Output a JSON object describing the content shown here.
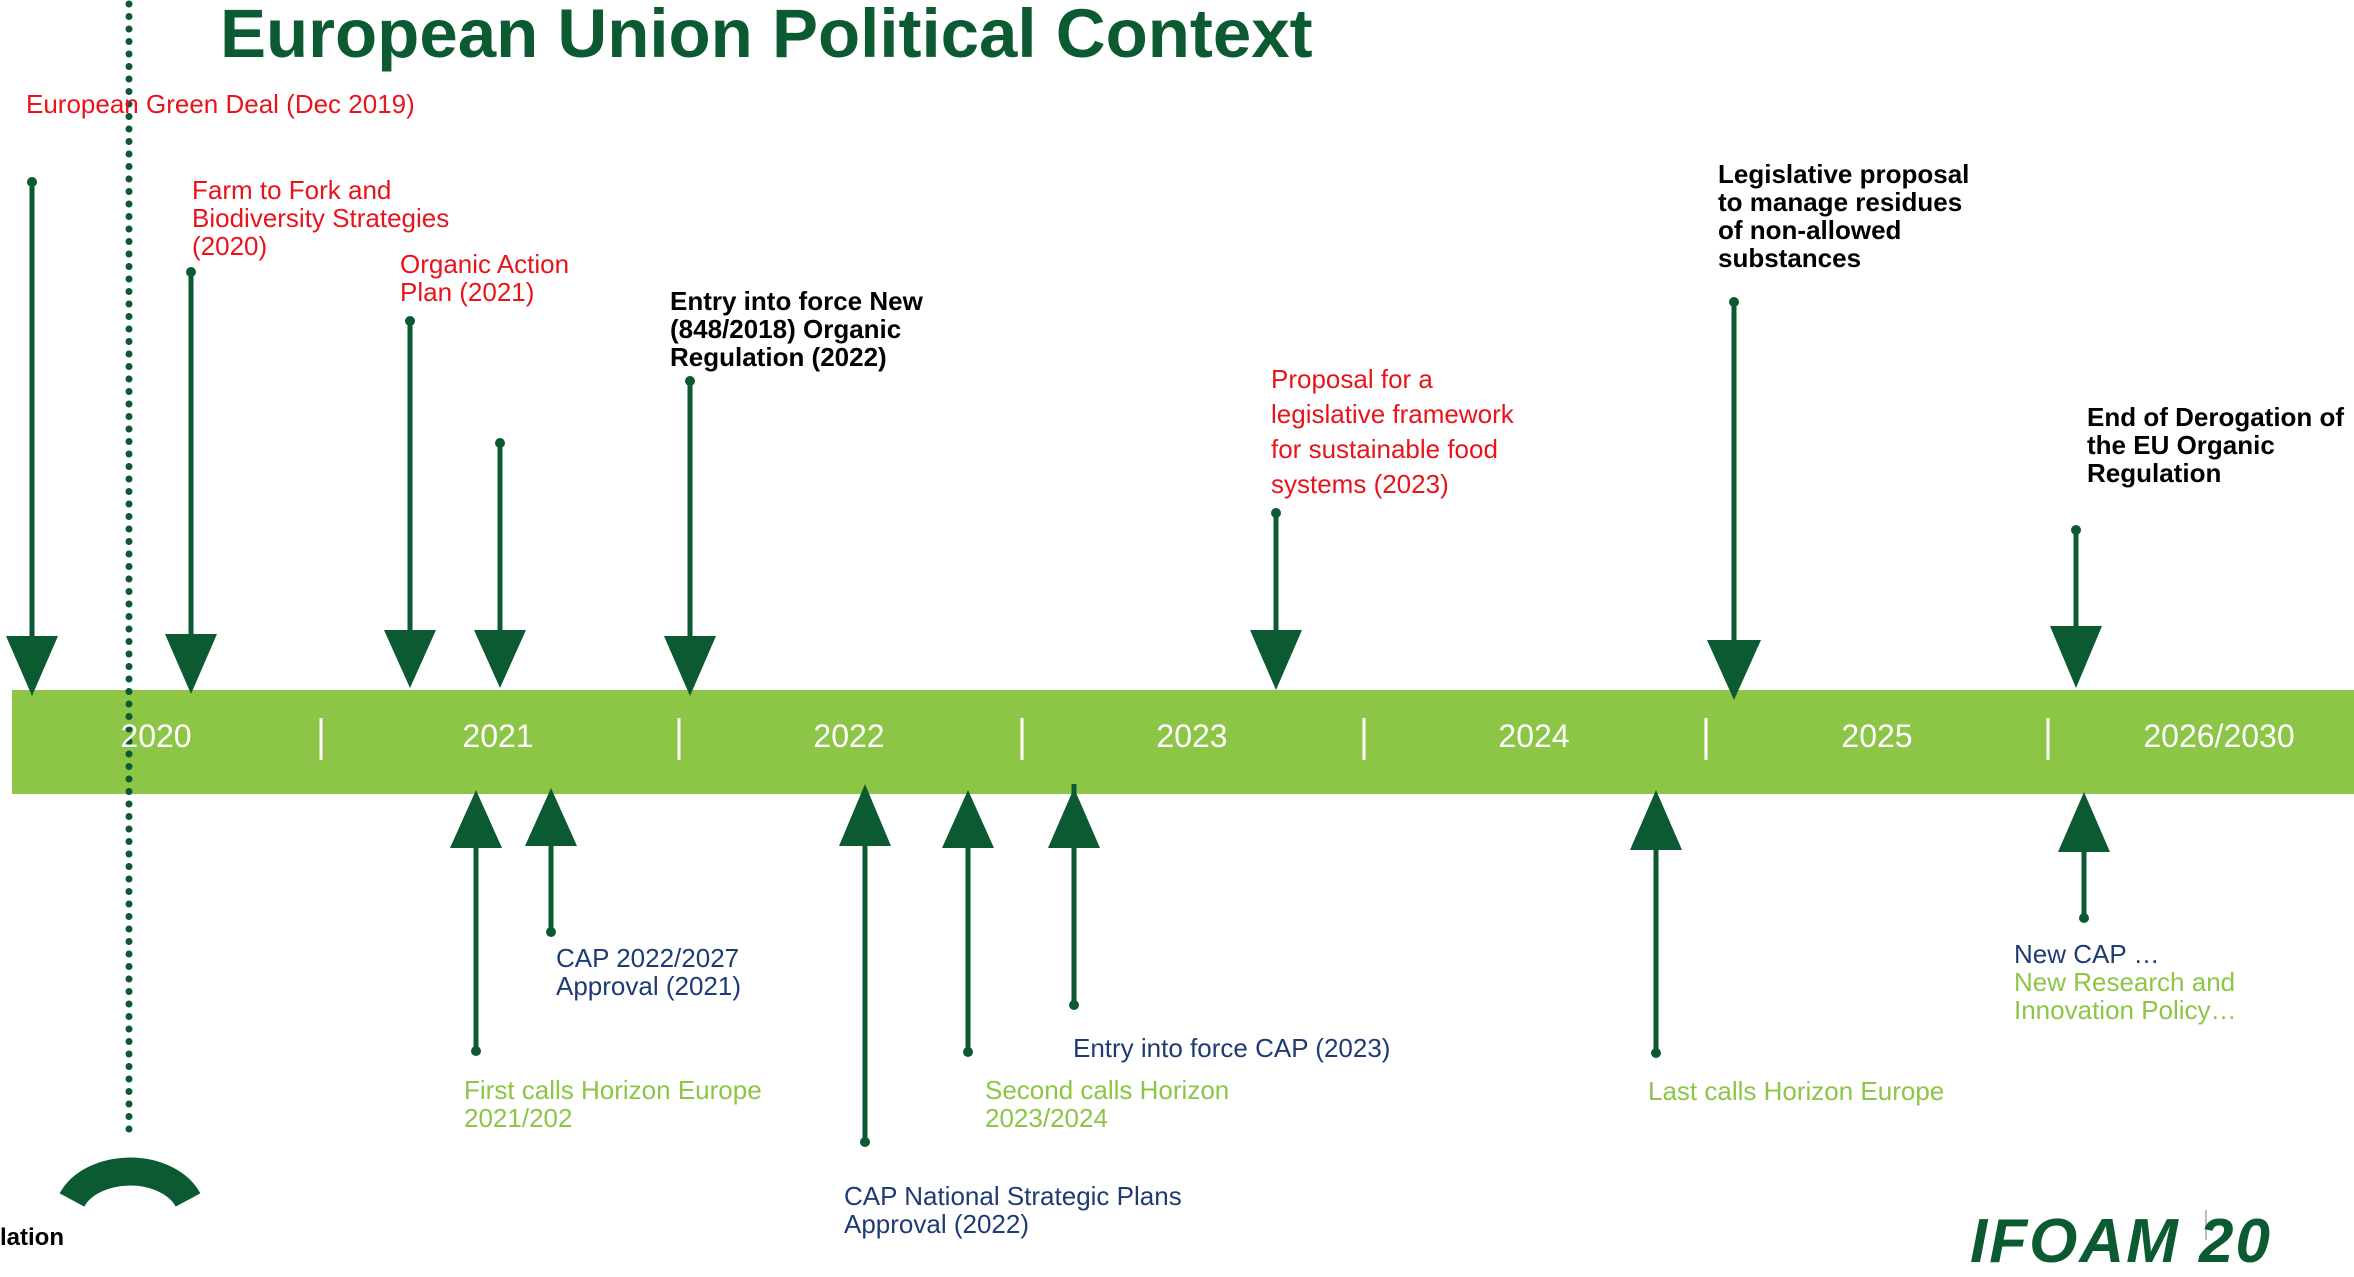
{
  "title": "European Union Political Context",
  "colors": {
    "band": "#8dc546",
    "arrow": "#0b5a32",
    "red_text": "#e8141b",
    "black_text": "#000000",
    "navy_text": "#1f3b73",
    "light_green_text": "#8dc546"
  },
  "timeline": {
    "years": [
      "2020",
      "2021",
      "2022",
      "2023",
      "2024",
      "2025",
      "2026/2030"
    ]
  },
  "events_above": {
    "green_deal": "European Green Deal (Dec 2019)",
    "farm_to_fork": "Farm to Fork and\nBiodiversity Strategies\n(2020)",
    "organic_action_plan": "Organic Action\nPlan (2021)",
    "new_organic_regulation": "Entry into force New\n(848/2018) Organic\nRegulation (2022)",
    "sustainable_food": "Proposal for a\nlegislative framework\nfor sustainable food\nsystems (2023)",
    "residues_proposal": "Legislative proposal\nto manage residues\nof non-allowed\nsubstances",
    "end_derogation": "End of Derogation of\nthe EU Organic\nRegulation"
  },
  "events_below": {
    "cap_approval": "CAP 2022/2027\nApproval (2021)",
    "horizon_first": "First calls Horizon Europe\n2021/202",
    "cap_national_plans": "CAP National Strategic Plans\nApproval (2022)",
    "horizon_second": "Second calls Horizon\n2023/2024",
    "cap_entry": "Entry into force CAP (2023)",
    "horizon_last": "Last calls Horizon Europe",
    "new_cap": "New CAP …",
    "new_research": "New Research and\nInnovation Policy…"
  },
  "footer": {
    "bottom_left_text": "lation",
    "logo_text": "IFOAM 20"
  }
}
